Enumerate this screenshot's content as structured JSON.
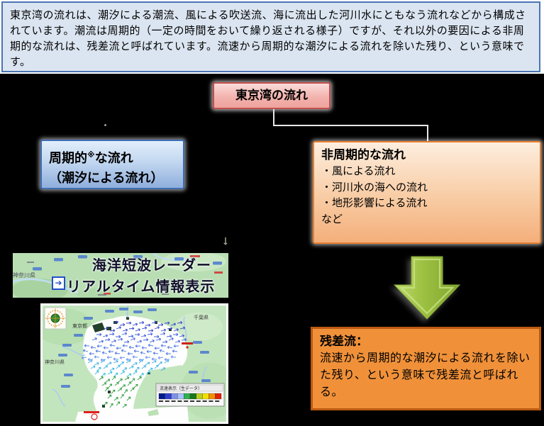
{
  "top_note": {
    "text": "東京湾の流れは、潮汐による潮流、風による吹送流、海に流出した河川水にともなう流れなどから構成されています。潮流は周期的（一定の時間をおいて繰り返される様子）ですが、それ以外の要因による非周期的な流れは、残差流と呼ばれています。流速から周期的な潮汐による流れを除いた残り、という意味です。"
  },
  "flow_title": {
    "label": "東京湾の流れ"
  },
  "periodic_box": {
    "line1_pre": "周期的",
    "line1_sup": "※",
    "line1_post": "な流れ",
    "line2": "（潮汐による流れ）"
  },
  "aperiodic_box": {
    "title": "非周期的な流れ",
    "items": [
      "・風による流れ",
      "・河川水の海への流れ",
      "・地形影響による流れ"
    ],
    "footer": "など"
  },
  "residual_box": {
    "title": "残差流：",
    "body": "流速から周期的な潮汐による流れを除いた残り、という意味で残差流と呼ばれる。"
  },
  "connector": {
    "down_arrow": "↓"
  },
  "banner": {
    "line1": "海洋短波レーダー",
    "line2": "リアルタイム情報表示",
    "icon_glyph": "➔",
    "side_label": "神奈川県"
  },
  "map": {
    "labels": {
      "tokyo": "東京都",
      "kanagawa": "神奈川県",
      "chiba": "千葉県"
    },
    "legend": {
      "title": "流速表示（生データ）",
      "colors": [
        "#001A8C",
        "#2E3ECC",
        "#8090E8",
        "#A8C0F8",
        "#30B050",
        "#187818",
        "#B8CC20",
        "#F0E000",
        "#F09000",
        "#E02000"
      ]
    }
  },
  "colors": {
    "accent_blue": "#3E6DB5",
    "accent_red": "#C0504D",
    "accent_orange": "#E77F2F",
    "residual_fill": "#F0913A",
    "arrow_green": "#9CC041",
    "background": "#000000"
  }
}
